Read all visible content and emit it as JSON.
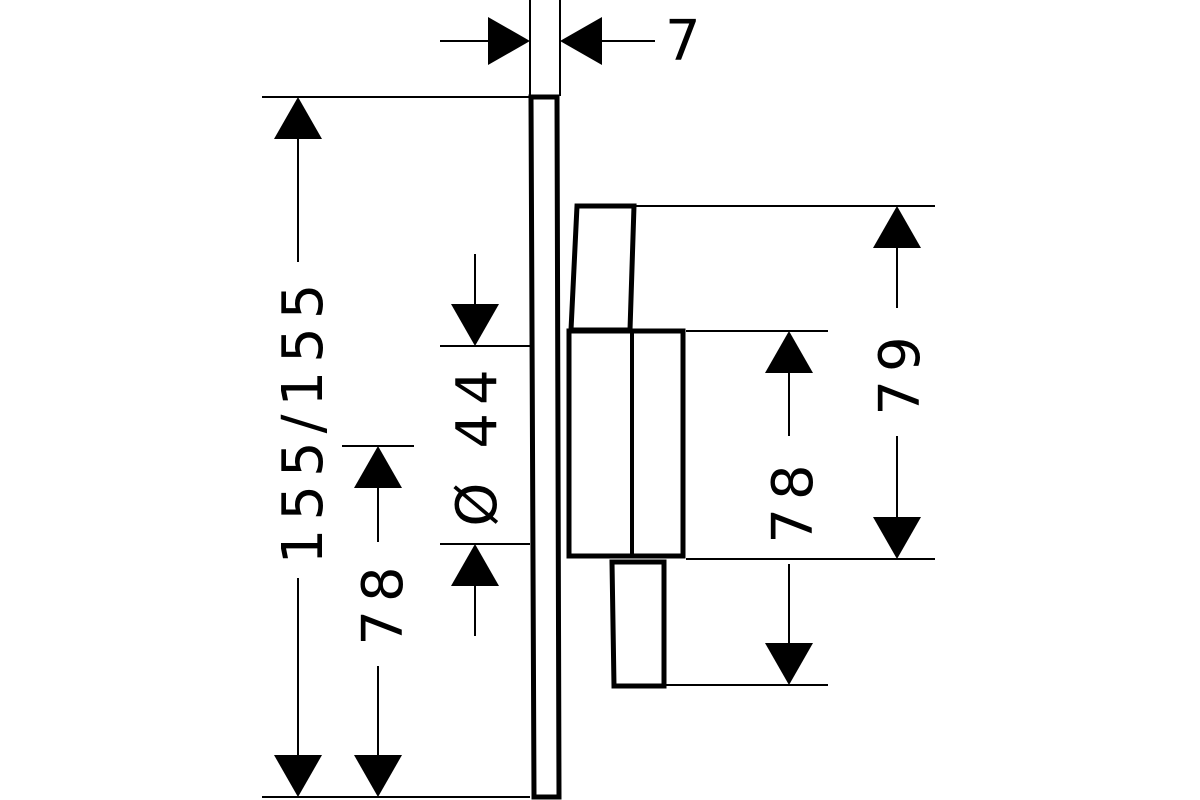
{
  "diagram": {
    "dimensions": {
      "plate_thickness": "7",
      "total_height": "155/155",
      "lower_offset": "78",
      "diameter": "Ø 44",
      "body_height": "78",
      "upper_block_height": "79"
    }
  }
}
